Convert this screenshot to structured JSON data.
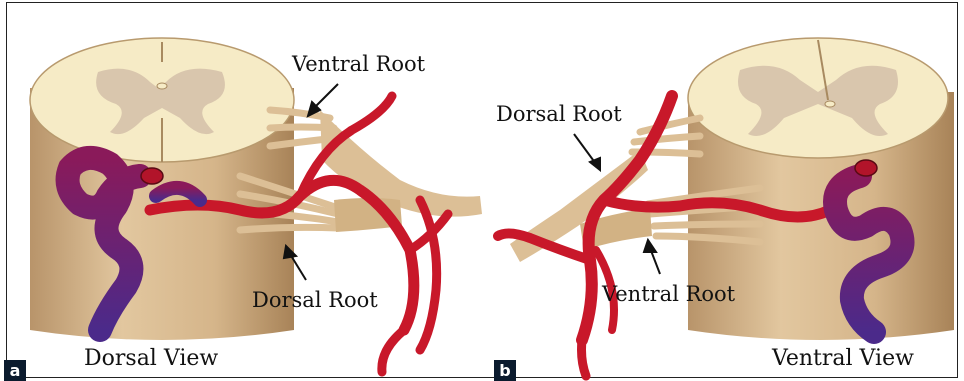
{
  "panels": [
    {
      "tag": "a",
      "view_label": "Dorsal View",
      "labels": {
        "top": "Ventral Root",
        "bottom": "Dorsal Root"
      }
    },
    {
      "tag": "b",
      "view_label": "Ventral View",
      "labels": {
        "top": "Dorsal Root",
        "bottom": "Ventral Root"
      }
    }
  ],
  "colors": {
    "cord_white_matter": "#f6ebc6",
    "cord_grey_matter": "#d9c6ad",
    "cord_side": "#cfae86",
    "nerve_root": "#dcbf96",
    "artery": "#c8182a",
    "vein": "#6a2a84",
    "label_tag_bg": "#0b1b2e"
  }
}
